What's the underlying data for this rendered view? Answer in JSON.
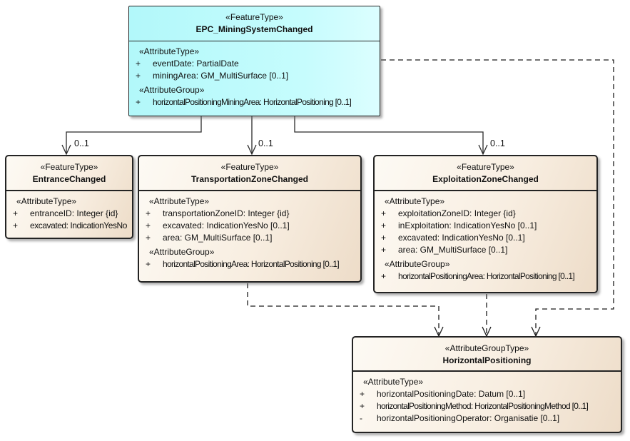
{
  "classes": {
    "mining": {
      "stereotype": "«FeatureType»",
      "name": "EPC_MiningSystemChanged",
      "sections": [
        {
          "header": "«AttributeType»",
          "items": [
            {
              "vis": "+",
              "text": "eventDate: PartialDate"
            },
            {
              "vis": "+",
              "text": "miningArea: GM_MultiSurface [0..1]"
            }
          ]
        },
        {
          "header": "«AttributeGroup»",
          "items": [
            {
              "vis": "+",
              "text": "horizontalPositioningMiningArea: HorizontalPositioning [0..1]"
            }
          ]
        }
      ]
    },
    "entrance": {
      "stereotype": "«FeatureType»",
      "name": "EntranceChanged",
      "sections": [
        {
          "header": "«AttributeType»",
          "items": [
            {
              "vis": "+",
              "text": "entranceID: Integer {id}"
            },
            {
              "vis": "+",
              "text": "excavated: IndicationYesNo"
            }
          ]
        }
      ]
    },
    "transportation": {
      "stereotype": "«FeatureType»",
      "name": "TransportationZoneChanged",
      "sections": [
        {
          "header": "«AttributeType»",
          "items": [
            {
              "vis": "+",
              "text": "transportationZoneID: Integer {id}"
            },
            {
              "vis": "+",
              "text": "excavated: IndicationYesNo [0..1]"
            },
            {
              "vis": "+",
              "text": "area: GM_MultiSurface [0..1]"
            }
          ]
        },
        {
          "header": "«AttributeGroup»",
          "items": [
            {
              "vis": "+",
              "text": "horizontalPositioningArea: HorizontalPositioning [0..1]"
            }
          ]
        }
      ]
    },
    "exploitation": {
      "stereotype": "«FeatureType»",
      "name": "ExploitationZoneChanged",
      "sections": [
        {
          "header": "«AttributeType»",
          "items": [
            {
              "vis": "+",
              "text": "exploitationZoneID: Integer {id}"
            },
            {
              "vis": "+",
              "text": "inExploitation: IndicationYesNo [0..1]"
            },
            {
              "vis": "+",
              "text": "excavated: IndicationYesNo [0..1]"
            },
            {
              "vis": "+",
              "text": "area: GM_MultiSurface [0..1]"
            }
          ]
        },
        {
          "header": "«AttributeGroup»",
          "items": [
            {
              "vis": "+",
              "text": "horizontalPositioningArea: HorizontalPositioning [0..1]"
            }
          ]
        }
      ]
    },
    "horizontal": {
      "stereotype": "«AttributeGroupType»",
      "name": "HorizontalPositioning",
      "sections": [
        {
          "header": "«AttributeType»",
          "items": [
            {
              "vis": "+",
              "text": "horizontalPositioningDate: Datum [0..1]"
            },
            {
              "vis": "+",
              "text": "horizontalPositioningMethod: HorizontalPositioningMethod [0..1]"
            },
            {
              "vis": "-",
              "text": "horizontalPositioningOperator: Organisatie [0..1]"
            }
          ]
        }
      ]
    }
  },
  "connectors": {
    "entrance_mult": "0..1",
    "transportation_mult": "0..1",
    "exploitation_mult": "0..1"
  },
  "colors": {
    "feature_fill": "#b6f9fa",
    "group_fill_light": "#fdfaf4",
    "group_fill_dark": "#eddcc8",
    "border": "#232323"
  }
}
